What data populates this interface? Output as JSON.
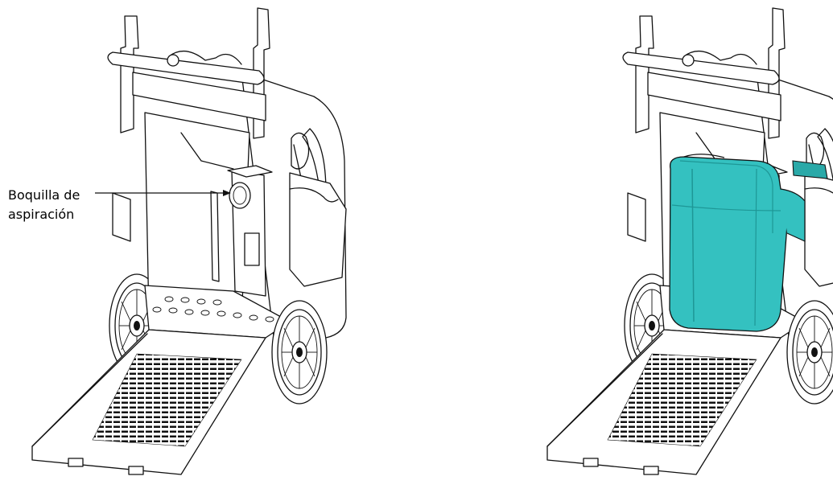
{
  "callout": {
    "label": "Boquilla de\naspiración"
  },
  "figures": [
    {
      "name": "cart-without-container"
    },
    {
      "name": "cart-with-container",
      "container_color": "#34c1c0"
    }
  ],
  "colors": {
    "line": "#111111",
    "container_fill": "#34c1c0",
    "container_shade": "#1e9796",
    "background": "#ffffff"
  }
}
